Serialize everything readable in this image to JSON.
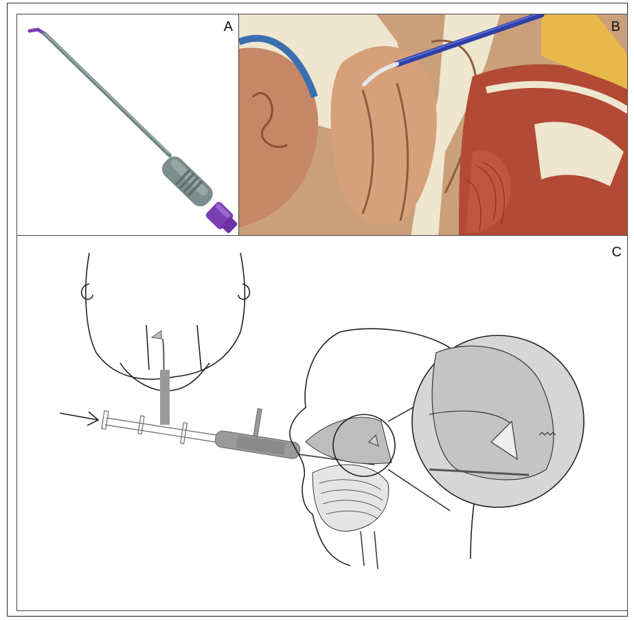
{
  "figure": {
    "panels": [
      {
        "label": "A"
      },
      {
        "label": "B"
      },
      {
        "label": "C"
      }
    ]
  },
  "colors": {
    "device_shaft": "#6f8584",
    "device_tip": "#7b3fb5",
    "probe_blue": "#2f3fa8",
    "tissue_pink": "#c98f6f",
    "bone_cream": "#efe6cf",
    "muscle_red": "#b24a35",
    "drawing_grey": "#bdbdbd"
  }
}
